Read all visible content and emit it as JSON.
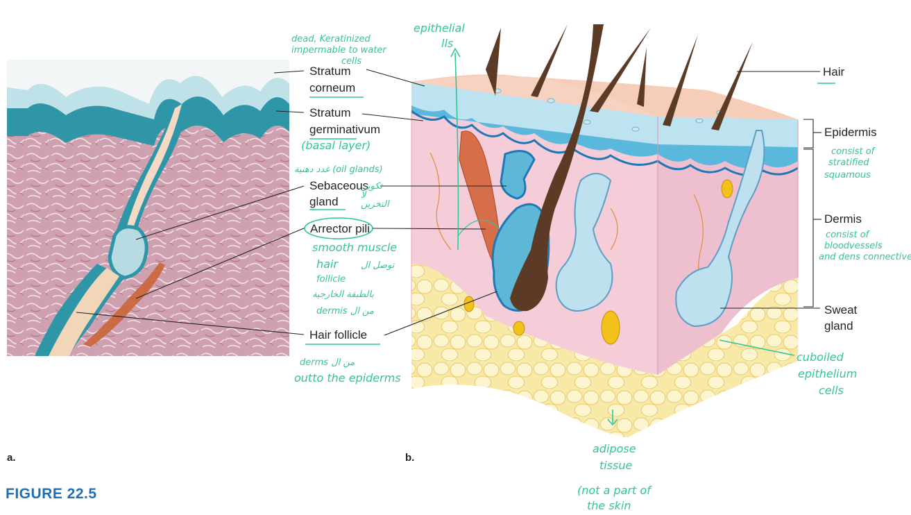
{
  "figure": {
    "title": "FIGURE 22.5",
    "panel_a": "a.",
    "panel_b": "b."
  },
  "labels": {
    "stratum_corneum": [
      "Stratum",
      "corneum"
    ],
    "stratum_germinativum": [
      "Stratum",
      "germinativum"
    ],
    "sebaceous_gland": [
      "Sebaceous",
      "gland"
    ],
    "arrector_pili": "Arrector pili",
    "hair_follicle": "Hair follicle",
    "hair": "Hair",
    "epidermis": "Epidermis",
    "dermis": "Dermis",
    "sweat_gland": [
      "Sweat",
      "gland"
    ]
  },
  "annotations": {
    "corneum_note": [
      "dead, Keratinized",
      "impermable to water",
      "cells"
    ],
    "epithelial": [
      "epithelial",
      "lls"
    ],
    "basal": "(basal layer)",
    "oil_glands": "غدد دهنية (oil glands)",
    "sebaceous_arabic": [
      "تكوين",
      "لا",
      "التخزين"
    ],
    "smooth_muscle": [
      "smooth muscle",
      "hair",
      "توصل ال",
      "follicle",
      "بالطبقة الخارجية",
      "dermis من ال"
    ],
    "follicle_note": [
      "derms من ال",
      "outto the epiderms"
    ],
    "epidermis_note": [
      "consist of",
      "stratified",
      "squamous"
    ],
    "dermis_note": [
      "consist of",
      "bloodvessels",
      "and dens connective"
    ],
    "cuboidal": [
      "cuboiled",
      "epithelium",
      "cells"
    ],
    "adipose": [
      "adipose",
      "tissue",
      "(not a part of",
      "the skin"
    ]
  },
  "icons": [
    "histology-micrograph",
    "skin-block-diagram"
  ]
}
